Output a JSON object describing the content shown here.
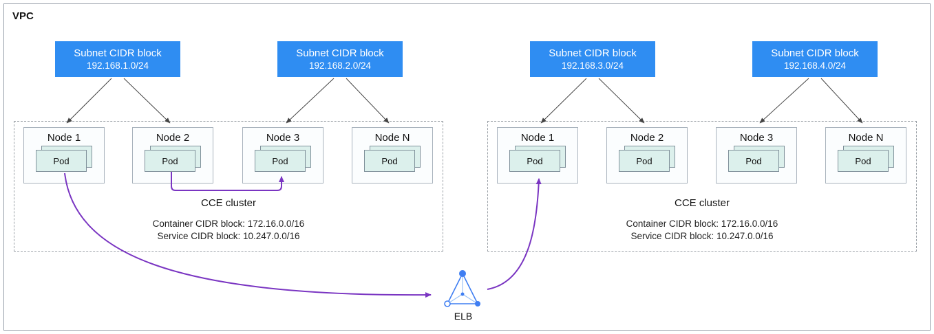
{
  "vpc_label": "VPC",
  "subnets": [
    {
      "title": "Subnet CIDR block",
      "cidr": "192.168.1.0/24"
    },
    {
      "title": "Subnet CIDR block",
      "cidr": "192.168.2.0/24"
    },
    {
      "title": "Subnet CIDR block",
      "cidr": "192.168.3.0/24"
    },
    {
      "title": "Subnet CIDR block",
      "cidr": "192.168.4.0/24"
    }
  ],
  "clusters": [
    {
      "label": "CCE cluster",
      "container_cidr": "Container CIDR block: 172.16.0.0/16",
      "service_cidr": "Service CIDR block: 10.247.0.0/16",
      "nodes": [
        {
          "label": "Node 1",
          "pod": "Pod"
        },
        {
          "label": "Node 2",
          "pod": "Pod"
        },
        {
          "label": "Node 3",
          "pod": "Pod"
        },
        {
          "label": "Node N",
          "pod": "Pod"
        }
      ]
    },
    {
      "label": "CCE cluster",
      "container_cidr": "Container CIDR block: 172.16.0.0/16",
      "service_cidr": "Service CIDR block: 10.247.0.0/16",
      "nodes": [
        {
          "label": "Node 1",
          "pod": "Pod"
        },
        {
          "label": "Node 2",
          "pod": "Pod"
        },
        {
          "label": "Node 3",
          "pod": "Pod"
        },
        {
          "label": "Node N",
          "pod": "Pod"
        }
      ]
    }
  ],
  "elb": {
    "label": "ELB"
  },
  "colors": {
    "subnet_blue": "#2F8DF2",
    "arrow_purple": "#7A35C2",
    "elb_blue": "#3F7EF2",
    "pod_fill": "#DCF0EC"
  }
}
